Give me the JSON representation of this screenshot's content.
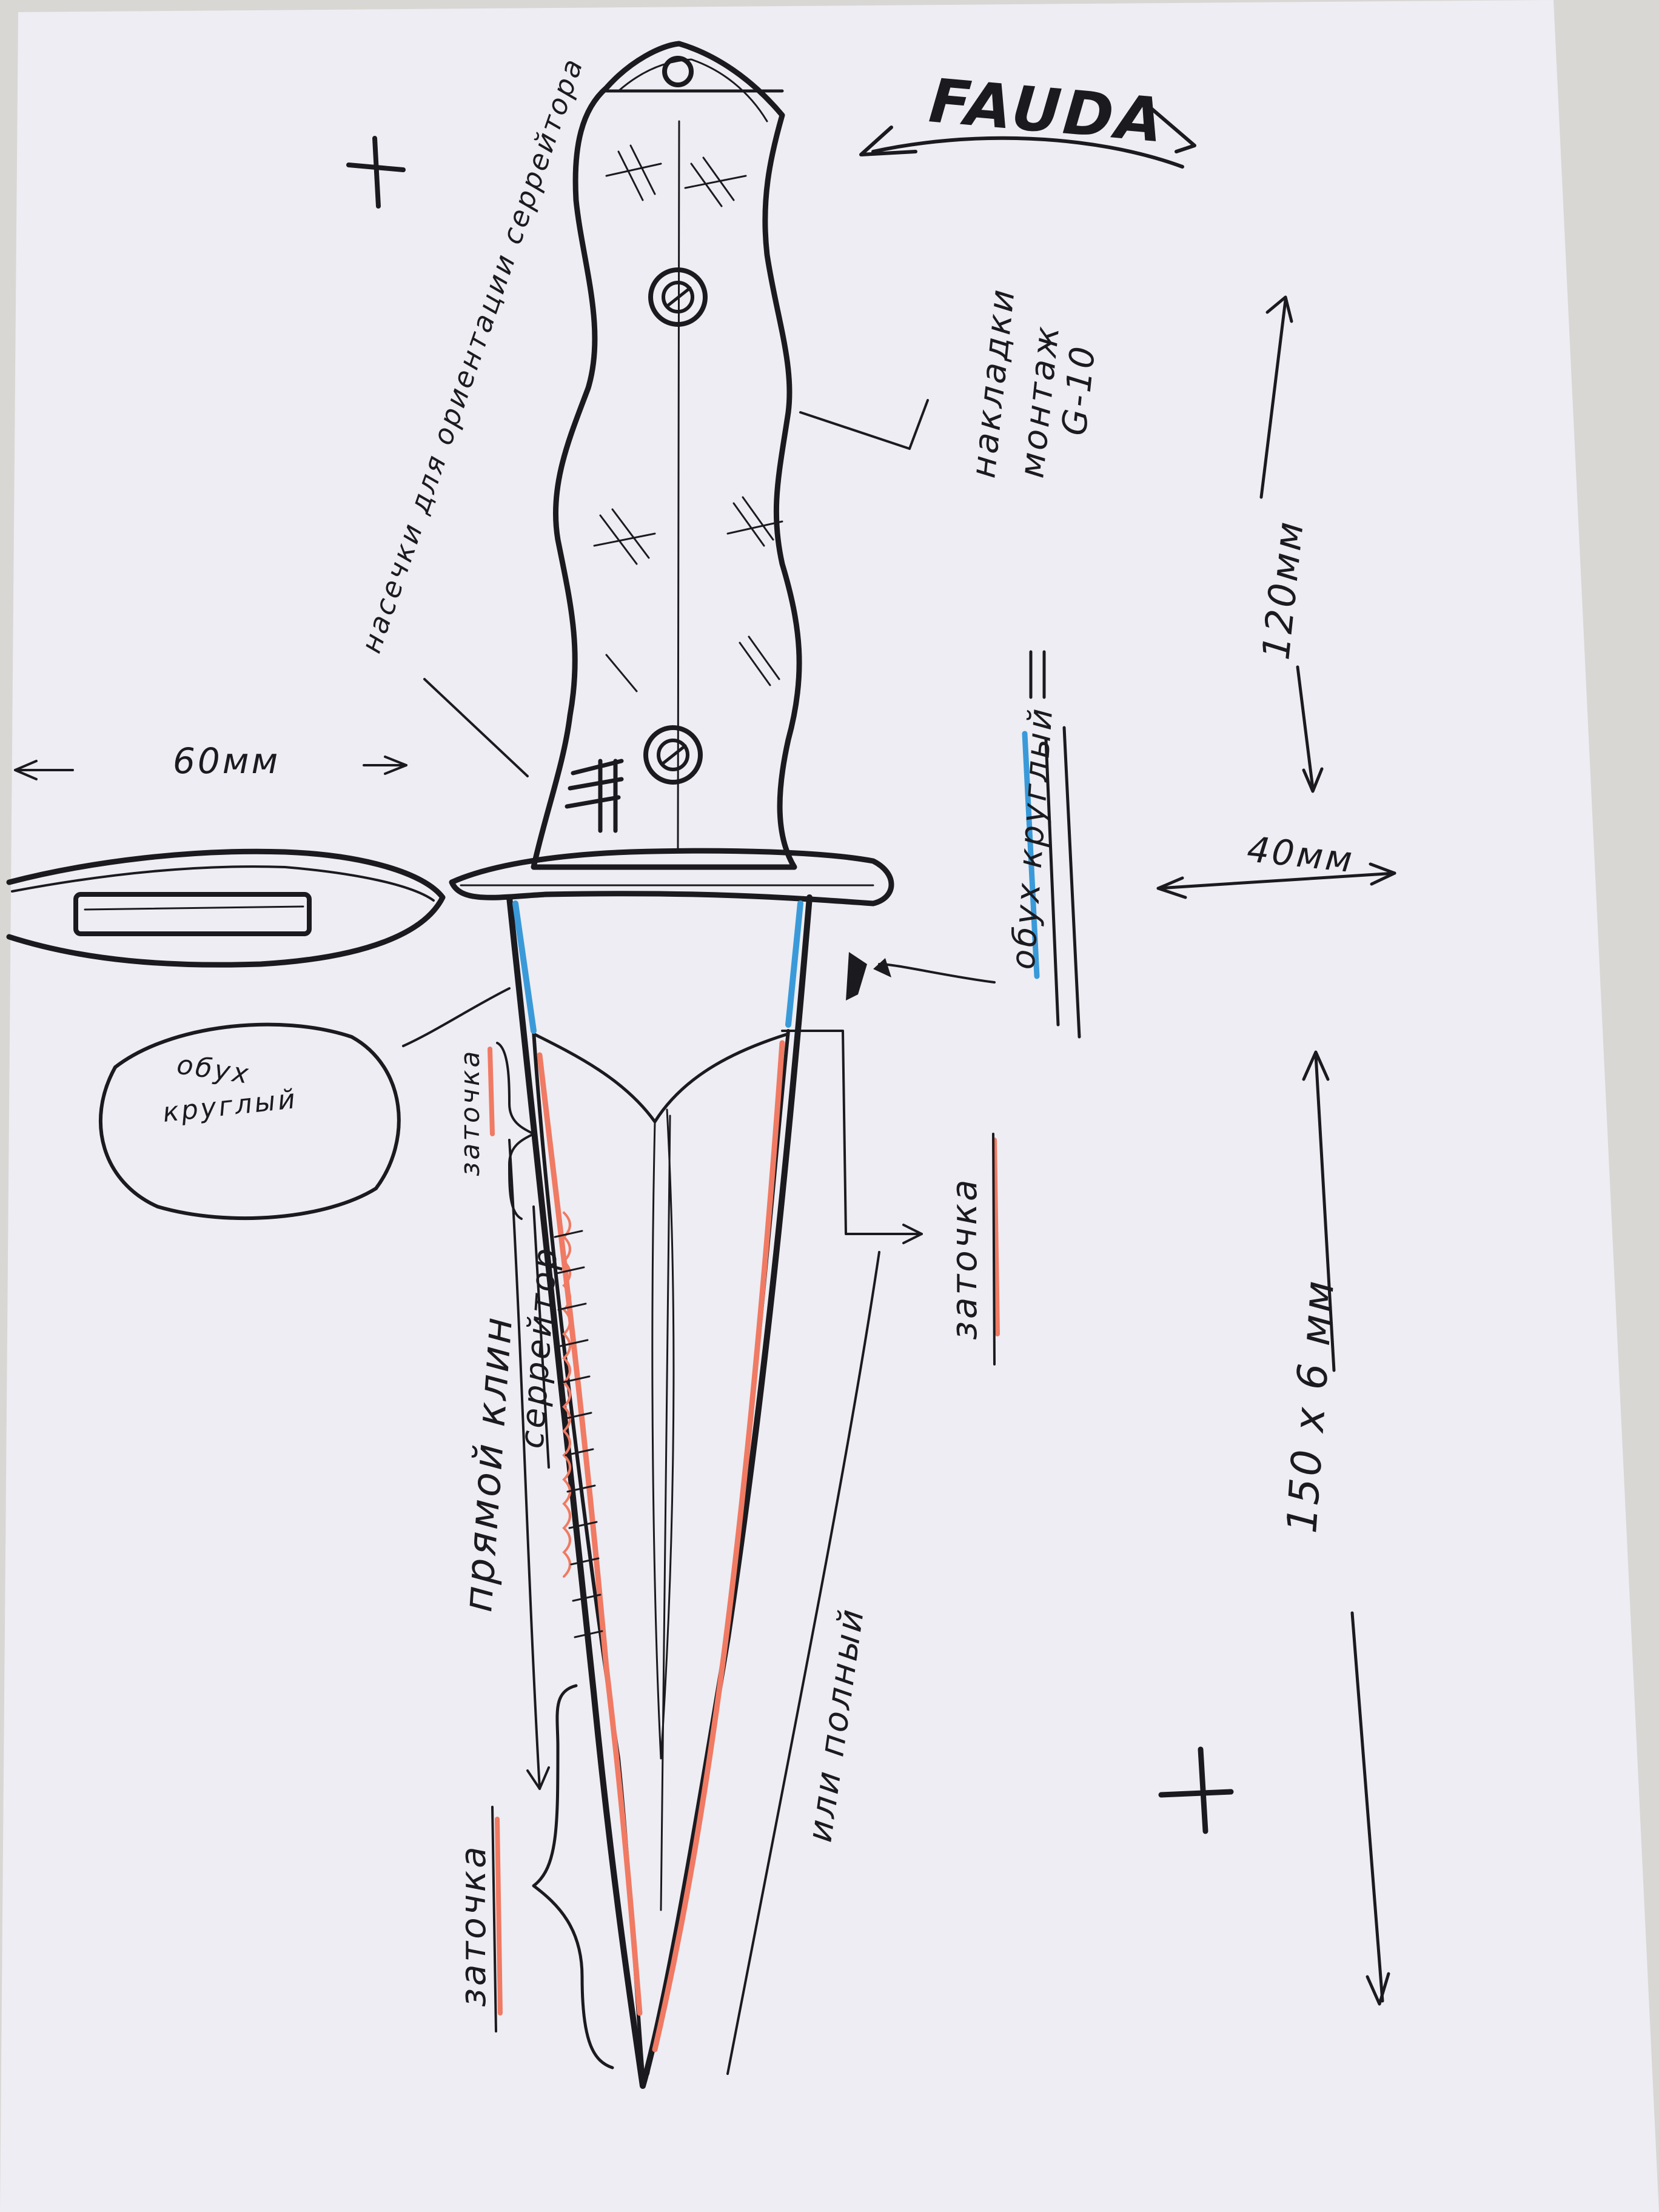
{
  "brand": {
    "name": "FAUDA"
  },
  "labels": {
    "guard_spine_note": "насечки для ориентации серрейтора",
    "handle_note_line1": "накладки",
    "handle_note_line2": "монтаж",
    "handle_note_line3": "G-10",
    "spine_round_top": "обух круглый",
    "spine_round_bubble_line1": "обух",
    "spine_round_bubble_line2": "круглый",
    "sharpening": "заточка",
    "straight_edge": "прямой клин",
    "serrator": "серрейтор",
    "full_grind": "или полный"
  },
  "dimensions": {
    "guard_width": "60мм",
    "handle_length": "120мм",
    "blade_base_width": "40мм",
    "blade_size": "150 х 6 мм"
  },
  "colors": {
    "ink": "#1b1b1f",
    "spine_marker": "#3a9ad9",
    "edge_marker": "#f07a63",
    "paper": "#ededf3"
  }
}
